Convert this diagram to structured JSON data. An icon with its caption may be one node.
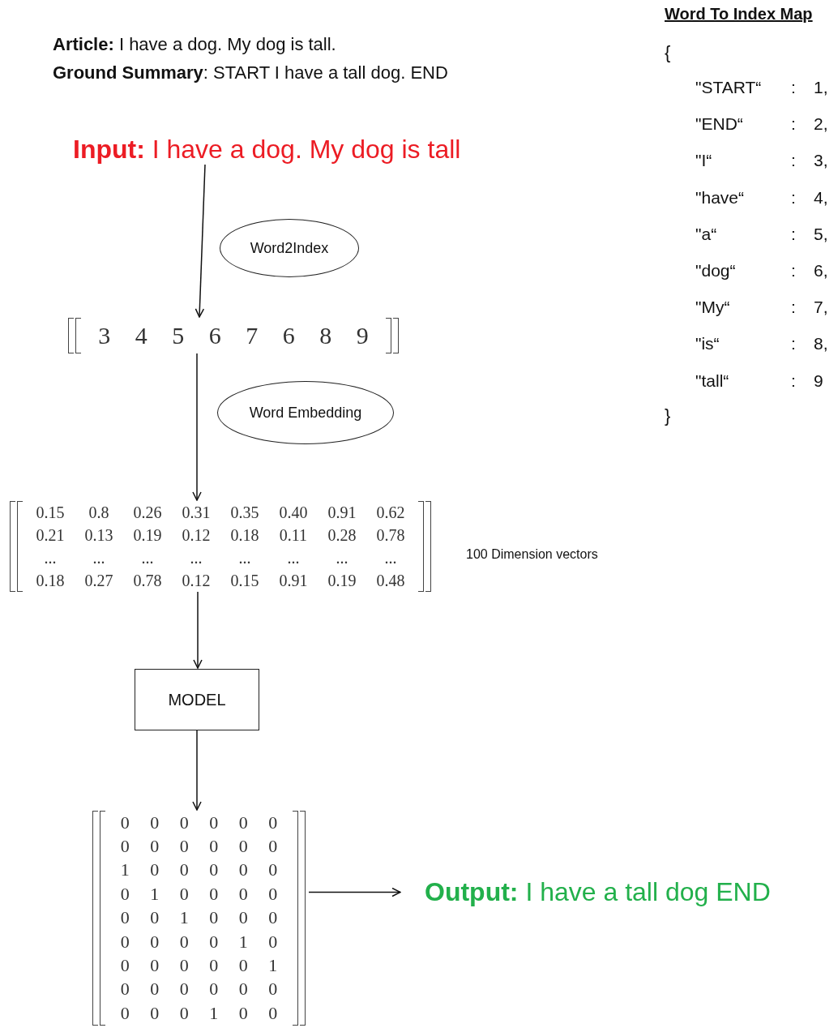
{
  "diagram": {
    "nodes": [
      {
        "text": [
          "**Input:** I have a dog. My dog is tall"
        ]
      },
      {
        "text": [
          "3",
          "4",
          "5",
          "6",
          "7",
          "6",
          "8",
          "9"
        ]
      },
      {
        "text": [
          "0.15",
          "0.8",
          "0.26",
          "0.31",
          "0.35",
          "0.40",
          "0.91",
          "0.62",
          "0.21",
          "0.13",
          "0.19",
          "0.12",
          "0.18",
          "0.11",
          "0.28",
          "0.78",
          "...",
          "...",
          "...",
          "...",
          "...",
          "...",
          "...",
          "...",
          "0.18",
          "0.27",
          "0.78",
          "0.12",
          "0.15",
          "0.91",
          "0.19",
          "0.48"
        ],
        "beside": [
          "100 Dimension vectors"
        ]
      },
      {
        "text": [
          "MODEL"
        ]
      },
      {
        "text": [
          "0",
          "0",
          "0",
          "0",
          "0",
          "0",
          "0",
          "0",
          "0",
          "0",
          "0",
          "0",
          "1",
          "0",
          "0",
          "0",
          "0",
          "0",
          "0",
          "1",
          "0",
          "0",
          "0",
          "0",
          "0",
          "0",
          "1",
          "0",
          "0",
          "0",
          "0",
          "0",
          "0",
          "0",
          "1",
          "0",
          "0",
          "0",
          "0",
          "0",
          "0",
          "1",
          "0",
          "0",
          "0",
          "0",
          "0",
          "0",
          "0",
          "0",
          "0",
          "1",
          "0",
          "0"
        ]
      },
      {
        "text": [
          "**Output:** I have a tall dog END"
        ]
      },
      {
        "text": [
          "Word2Index"
        ]
      },
      {
        "text": [
          "Word Embedding"
        ]
      }
    ],
    "edges": [
      {
        "from": 0,
        "to": 1,
        "arrow": "to"
      },
      {
        "from": 1,
        "to": 2,
        "arrow": "to"
      },
      {
        "from": 2,
        "to": 3,
        "arrow": "to"
      },
      {
        "from": 3,
        "to": 4,
        "arrow": "to"
      },
      {
        "from": 4,
        "to": 5,
        "arrow": "to"
      }
    ],
    "labels": [
      "**Article:**  I have a dog. My dog is tall.",
      "**Ground Summary**: START I have a tall dog. END",
      "Word To Index Map",
      "{",
      "\"START“",
      ":",
      "1,",
      "\"END“",
      ":",
      "2,",
      "\"I“",
      ":",
      "3,",
      "\"have“",
      ":",
      "4,",
      "\"a“",
      ":",
      "5,",
      "\"dog“",
      ":",
      "6,",
      "\"My“",
      ":",
      "7,",
      "\"is“",
      ":",
      "8,",
      "\"tall“",
      ":",
      "9",
      "}"
    ]
  }
}
